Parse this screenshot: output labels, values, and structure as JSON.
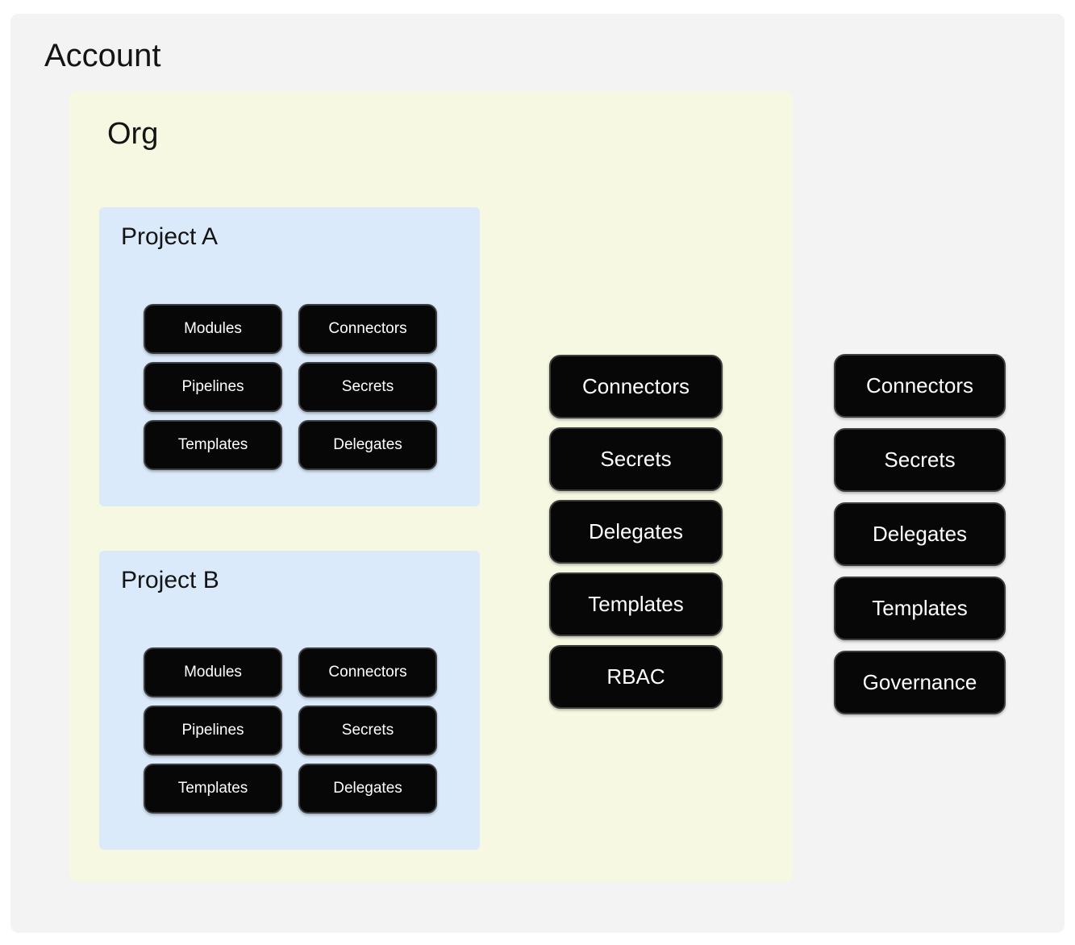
{
  "account": {
    "label": "Account",
    "bg_color": "#f3f3f4",
    "pills": [
      "Connectors",
      "Secrets",
      "Delegates",
      "Templates",
      "Governance"
    ]
  },
  "org": {
    "label": "Org",
    "bg_color": "#f6f8e2",
    "pills": [
      "Connectors",
      "Secrets",
      "Delegates",
      "Templates",
      "RBAC"
    ]
  },
  "projects": [
    {
      "label": "Project A",
      "bg_color": "#daeafb",
      "pills": [
        "Modules",
        "Connectors",
        "Pipelines",
        "Secrets",
        "Templates",
        "Delegates"
      ]
    },
    {
      "label": "Project B",
      "bg_color": "#daeafb",
      "pills": [
        "Modules",
        "Connectors",
        "Pipelines",
        "Secrets",
        "Templates",
        "Delegates"
      ]
    }
  ],
  "pill_style": {
    "fill_color": "#070707",
    "border_color": "#3d3d3d",
    "text_color": "#ffffff"
  }
}
